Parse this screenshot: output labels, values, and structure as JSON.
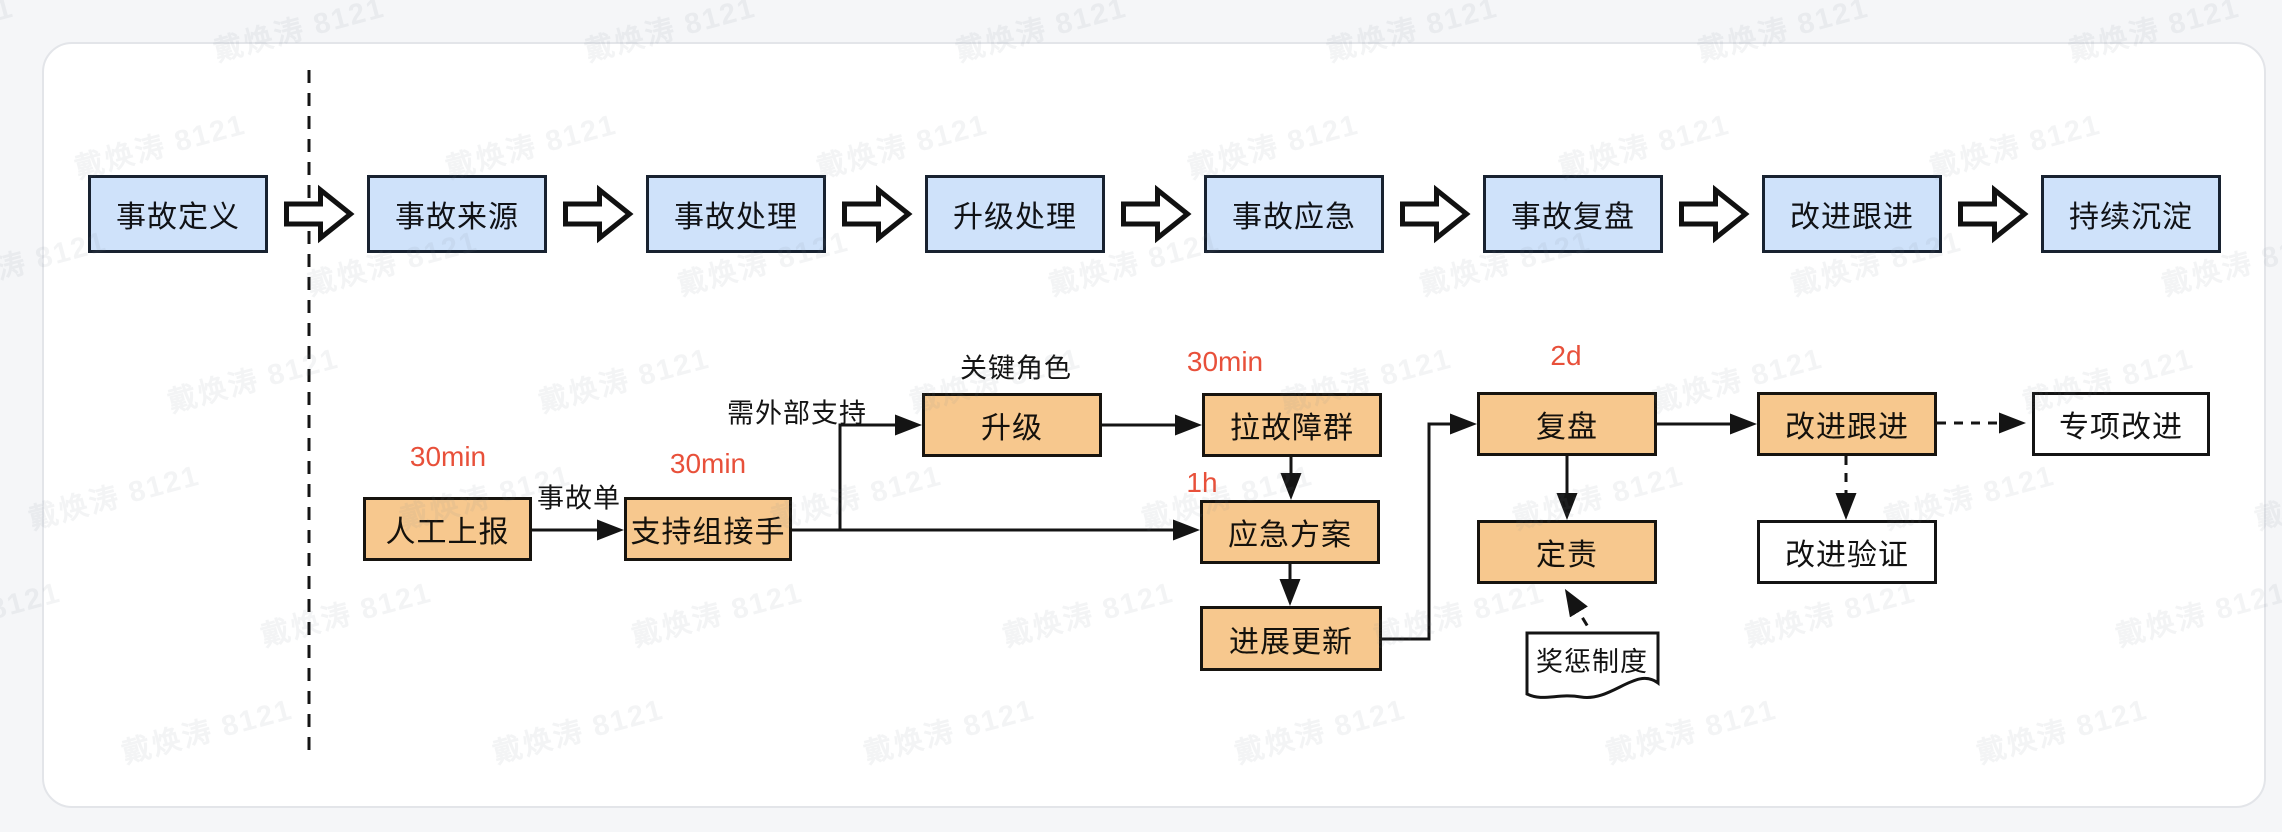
{
  "page": {
    "background": "#f5f6f8",
    "card_background": "#ffffff"
  },
  "watermark": {
    "text": "戴焕涛 8121"
  },
  "top_flow": {
    "stages": [
      {
        "label": "事故定义"
      },
      {
        "label": "事故来源"
      },
      {
        "label": "事故处理"
      },
      {
        "label": "升级处理"
      },
      {
        "label": "事故应急"
      },
      {
        "label": "事故复盘"
      },
      {
        "label": "改进跟进"
      },
      {
        "label": "持续沉淀"
      }
    ]
  },
  "detail_flow": {
    "nodes": {
      "manual_report": {
        "label": "人工上报",
        "sla": "30min"
      },
      "support_takeover": {
        "label": "支持组接手",
        "sla": "30min"
      },
      "escalate": {
        "label": "升级",
        "note": "关键角色"
      },
      "create_incident_group": {
        "label": "拉故障群",
        "sla": "30min"
      },
      "emergency_plan": {
        "label": "应急方案",
        "sla": "1h"
      },
      "progress_update": {
        "label": "进展更新"
      },
      "review": {
        "label": "复盘",
        "sla": "2d"
      },
      "accountability": {
        "label": "定责"
      },
      "reward_punishment_policy": {
        "label": "奖惩制度"
      },
      "improvement_follow_up": {
        "label": "改进跟进"
      },
      "improvement_verification": {
        "label": "改进验证"
      },
      "special_improvement": {
        "label": "专项改进"
      }
    },
    "edge_labels": {
      "incident_ticket": "事故单",
      "need_external_support": "需外部支持"
    }
  },
  "colors": {
    "stage_fill": "#cfe2fa",
    "task_fill": "#f7c88e",
    "sla_red": "#e8503a",
    "line": "#141414",
    "stage_border": "#182230"
  }
}
